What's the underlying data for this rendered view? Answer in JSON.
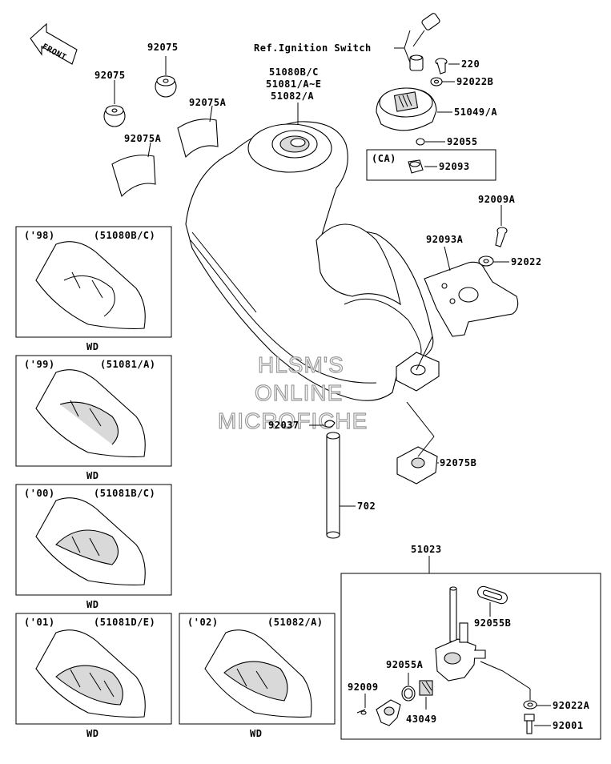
{
  "front_label": "FRONT",
  "ref_ignition": "Ref.Ignition Switch",
  "tank_labels": [
    "51080B/C",
    "51081/A~E",
    "51082/A"
  ],
  "parts": {
    "p92075_a": "92075",
    "p92075_b": "92075",
    "p92075A_a": "92075A",
    "p92075A_b": "92075A",
    "p220": "220",
    "p92022B": "92022B",
    "p51049A": "51049/A",
    "p92055": "92055",
    "ca": "(CA)",
    "p92093": "92093",
    "p92009A": "92009A",
    "p92093A": "92093A",
    "p92022": "92022",
    "p92037": "92037",
    "p92075B": "92075B",
    "p702": "702",
    "p51023": "51023",
    "p92055B": "92055B",
    "p92055A": "92055A",
    "p92009": "92009",
    "p43049": "43049",
    "p92022A": "92022A",
    "p92001": "92001"
  },
  "variants": [
    {
      "year": "('98)",
      "code": "(51080B/C)",
      "footer": "WD"
    },
    {
      "year": "('99)",
      "code": "(51081/A)",
      "footer": "WD"
    },
    {
      "year": "('00)",
      "code": "(51081B/C)",
      "footer": "WD"
    },
    {
      "year": "('01)",
      "code": "(51081D/E)",
      "footer": "WD"
    },
    {
      "year": "('02)",
      "code": "(51082/A)",
      "footer": "WD"
    }
  ],
  "watermark": [
    "HLSM'S",
    "ONLINE",
    "MICROFICHE"
  ]
}
